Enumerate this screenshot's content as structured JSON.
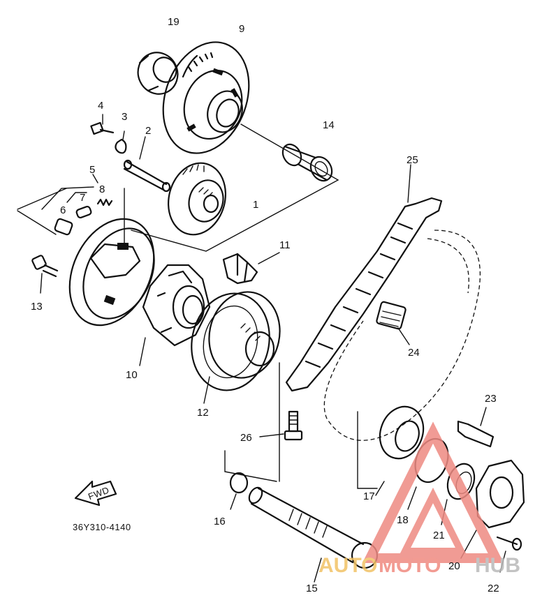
{
  "diagram": {
    "callouts": [
      {
        "key": "c1",
        "label": "1"
      },
      {
        "key": "c2",
        "label": "2"
      },
      {
        "key": "c3",
        "label": "3"
      },
      {
        "key": "c4",
        "label": "4"
      },
      {
        "key": "c5",
        "label": "5"
      },
      {
        "key": "c6",
        "label": "6"
      },
      {
        "key": "c7",
        "label": "7"
      },
      {
        "key": "c8",
        "label": "8"
      },
      {
        "key": "c9",
        "label": "9"
      },
      {
        "key": "c10",
        "label": "10"
      },
      {
        "key": "c11",
        "label": "11"
      },
      {
        "key": "c12",
        "label": "12"
      },
      {
        "key": "c13",
        "label": "13"
      },
      {
        "key": "c14",
        "label": "14"
      },
      {
        "key": "c15",
        "label": "15"
      },
      {
        "key": "c16",
        "label": "16"
      },
      {
        "key": "c17",
        "label": "17"
      },
      {
        "key": "c18",
        "label": "18"
      },
      {
        "key": "c19",
        "label": "19"
      },
      {
        "key": "c20",
        "label": "20"
      },
      {
        "key": "c21",
        "label": "21"
      },
      {
        "key": "c22",
        "label": "22"
      },
      {
        "key": "c23",
        "label": "23"
      },
      {
        "key": "c24",
        "label": "24"
      },
      {
        "key": "c25",
        "label": "25"
      },
      {
        "key": "c26",
        "label": "26"
      }
    ],
    "direction_label": "FWD",
    "drawing_code": "36Y310-4140"
  },
  "watermark": {
    "text_auto": "AUTO",
    "text_moto": "MOTO",
    "text_hub": "HUB",
    "color_auto": "#f2c266",
    "color_moto": "#f08a80",
    "color_hub": "#b9b9b9",
    "triangle_color": "#ee8a82"
  }
}
